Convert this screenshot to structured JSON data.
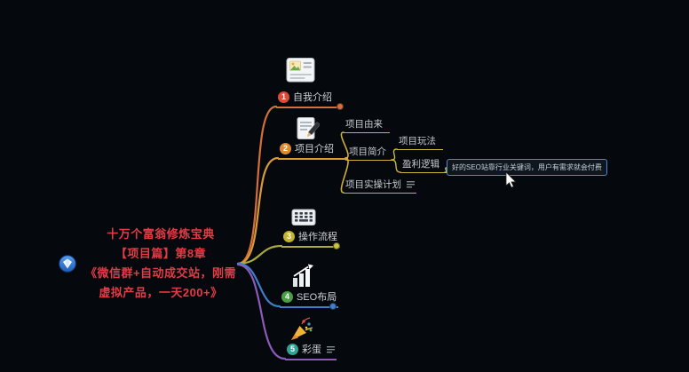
{
  "app": {
    "background_color": "#05080c",
    "selection_color": "#3f8cdc"
  },
  "central_topic": {
    "lines": [
      "十万个富翁修炼宝典",
      "【项目篇】第8章",
      "《微信群+自动成交站，刚需",
      "虚拟产品，一天200+》"
    ],
    "text_color": "#e23c46",
    "icon": "blue-gem-badge-icon"
  },
  "branches": [
    {
      "label": "自我介绍",
      "priority": "1",
      "priority_color": "#dd4a38",
      "line_color": "#d3703b",
      "sticker": "photo-card-icon"
    },
    {
      "label": "项目介绍",
      "priority": "2",
      "priority_color": "#e08a2e",
      "line_color": "#d99a35",
      "sticker": "document-edit-icon",
      "children": [
        {
          "label": "项目由来",
          "line_color": "#cfae3a"
        },
        {
          "label": "项目简介",
          "line_color": "#cfae3a",
          "children": [
            {
              "label": "项目玩法",
              "line_color": "#c9b83e"
            },
            {
              "label": "盈利逻辑",
              "line_color": "#c9b83e",
              "children": [
                {
                  "label": "好的SEO站靠行业关键词，用户有需求就会付费",
                  "selected": true,
                  "border_color": "#3f8cdc"
                }
              ]
            }
          ]
        },
        {
          "label": "项目实操计划",
          "line_color": "#cfae3a",
          "marker": "notes-icon"
        }
      ]
    },
    {
      "label": "操作流程",
      "priority": "3",
      "priority_color": "#c3b32f",
      "line_color": "#aaaa3d",
      "sticker": "keyboard-icon"
    },
    {
      "label": "SEO布局",
      "priority": "4",
      "priority_color": "#4a9e43",
      "line_color": "#3f7ecb",
      "sticker": "bar-chart-icon"
    },
    {
      "label": "彩蛋",
      "priority": "5",
      "priority_color": "#2fa394",
      "line_color": "#8b5bb8",
      "sticker": "party-popper-icon",
      "marker": "notes-icon"
    }
  ]
}
